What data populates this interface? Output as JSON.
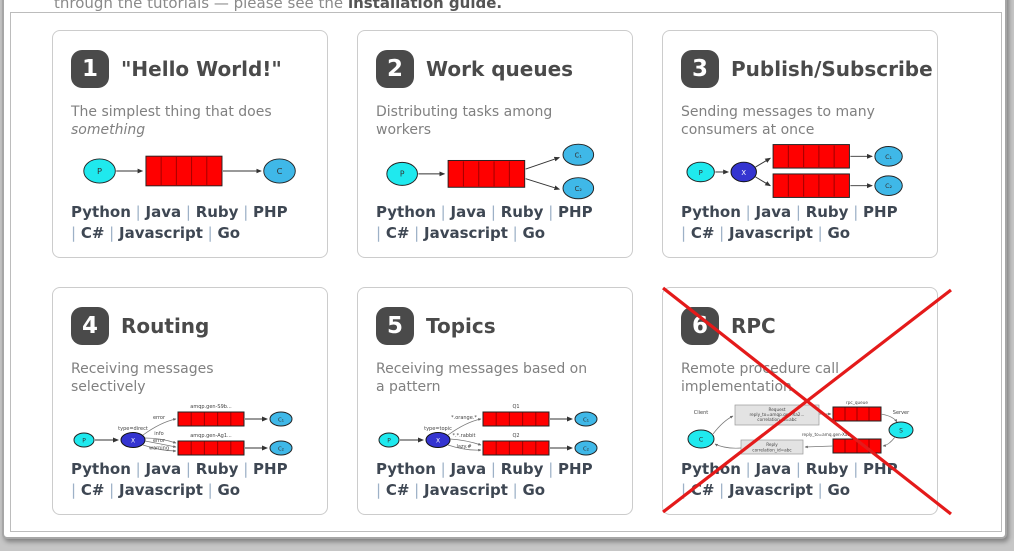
{
  "header": {
    "lead_text": "through the tutorials — please see the ",
    "link_text": "installation guide."
  },
  "cards": [
    {
      "number": "1",
      "title": "\"Hello World!\"",
      "description": "The simplest thing that does ",
      "description_italic": "something"
    },
    {
      "number": "2",
      "title": "Work queues",
      "description": "Distributing tasks among workers",
      "description_italic": ""
    },
    {
      "number": "3",
      "title": "Publish/Subscribe",
      "description": "Sending messages to many consumers at once",
      "description_italic": ""
    },
    {
      "number": "4",
      "title": "Routing",
      "description": "Receiving messages selectively",
      "description_italic": ""
    },
    {
      "number": "5",
      "title": "Topics",
      "description": "Receiving messages based on a pattern",
      "description_italic": ""
    },
    {
      "number": "6",
      "title": "RPC",
      "description": "Remote procedure call implementation",
      "description_italic": ""
    }
  ],
  "languages": [
    "Python",
    "Java",
    "Ruby",
    "PHP",
    "C#",
    "Javascript",
    "Go"
  ],
  "separator": "|",
  "diagrams": {
    "hello_world": {
      "producer": "P",
      "consumer": "C"
    },
    "work_queues": {
      "producer": "P",
      "consumer1": "C₁",
      "consumer2": "C₂"
    },
    "publish_subscribe": {
      "producer": "P",
      "exchange": "X",
      "consumer1": "C₁",
      "consumer2": "C₂"
    },
    "routing": {
      "producer": "P",
      "exchange": "X",
      "exchange_type": "type=direct",
      "binding1": "error",
      "binding2": "info",
      "binding3": "error",
      "binding4": "warning",
      "queue1": "amqp.gen-S9b...",
      "queue2": "amqp.gen-Ag1...",
      "consumer1": "C₁",
      "consumer2": "C₂"
    },
    "topics": {
      "producer": "P",
      "exchange": "X",
      "exchange_type": "type=topic",
      "binding1": "*.orange.*",
      "binding2": "*.*.rabbit",
      "binding3": "lazy.#",
      "queue1": "Q1",
      "queue2": "Q2",
      "consumer1": "C₁",
      "consumer2": "C₂"
    },
    "rpc": {
      "client_label": "Client",
      "client": "C",
      "server_label": "Server",
      "server": "S",
      "request_title": "Request",
      "request_line1": "reply_to=amqp.gen-Xa2...",
      "request_line2": "correlation_id=abc",
      "rpc_queue_label": "rpc_queue",
      "reply_queue_label": "reply_to=amq.gen-Xa2...",
      "reply_title": "Reply",
      "reply_line1": "correlation_id=abc"
    }
  },
  "colors": {
    "queue_red": "#ff0000",
    "producer_cyan": "#1fe9ee",
    "consumer_blue": "#3fb8e8",
    "exchange_blue": "#3434d0",
    "badge_gray": "#4a4a4a",
    "cross_red": "#e41a1a",
    "link_text": "#3e4753",
    "pipe": "#9db1c7"
  }
}
